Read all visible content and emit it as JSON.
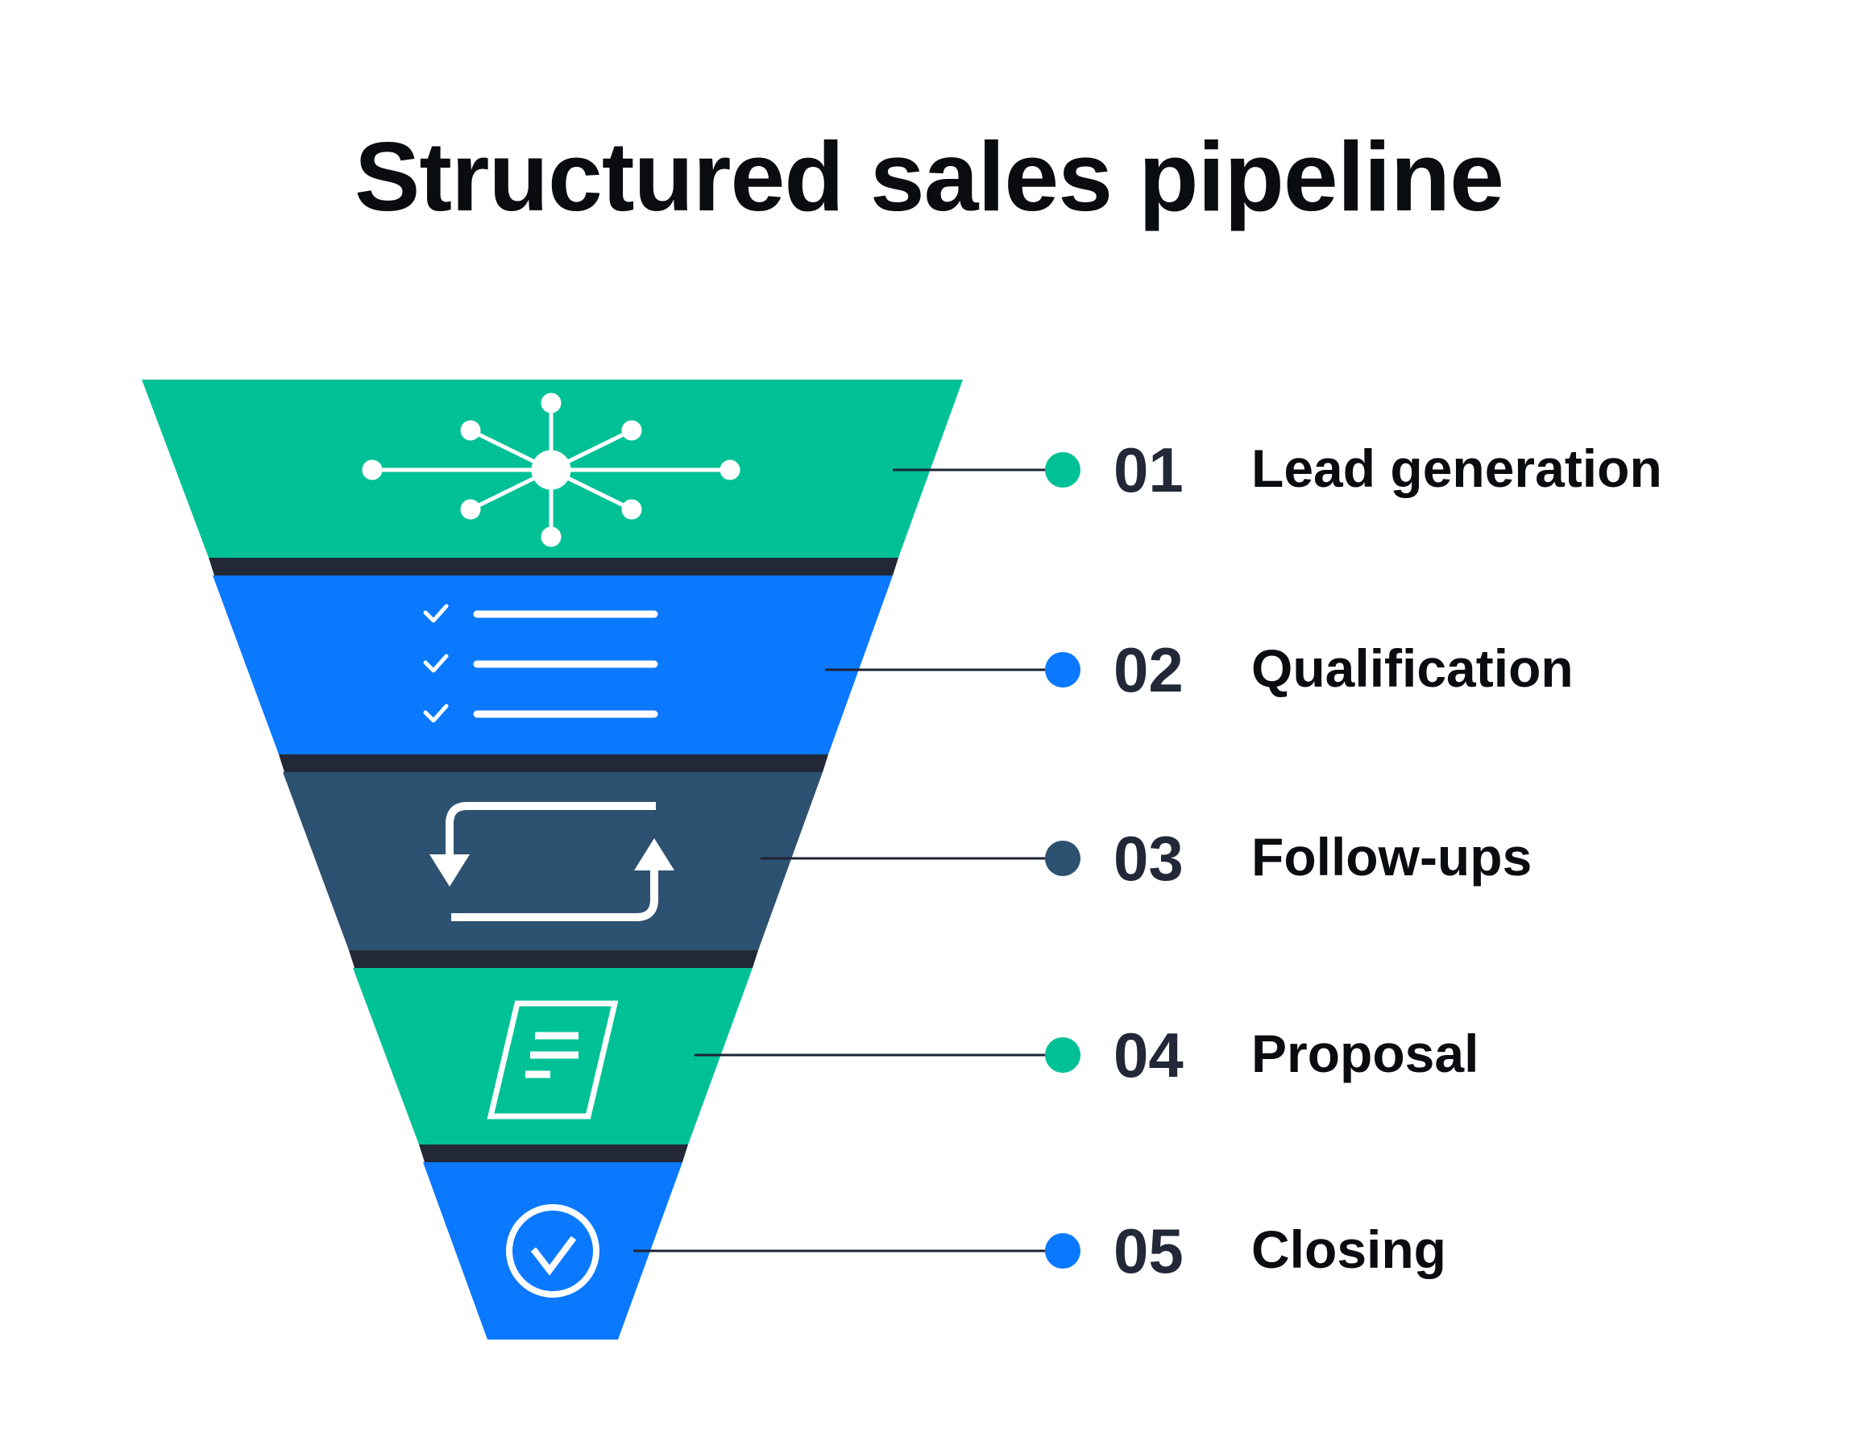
{
  "title": "Structured sales pipeline",
  "colors": {
    "green": "#00C196",
    "blue": "#0A79FF",
    "slate": "#2D5170",
    "shadow": "#222836",
    "connector": "#1E2433",
    "icon": "#FFFFFF"
  },
  "stages": [
    {
      "number": "01",
      "label": "Lead generation",
      "color": "#00C196",
      "icon": "network-hub-icon"
    },
    {
      "number": "02",
      "label": "Qualification",
      "color": "#0A79FF",
      "icon": "checklist-icon"
    },
    {
      "number": "03",
      "label": "Follow-ups",
      "color": "#2D5170",
      "icon": "cycle-arrows-icon"
    },
    {
      "number": "04",
      "label": "Proposal",
      "color": "#00C196",
      "icon": "document-icon"
    },
    {
      "number": "05",
      "label": "Closing",
      "color": "#0A79FF",
      "icon": "check-circle-icon"
    }
  ]
}
